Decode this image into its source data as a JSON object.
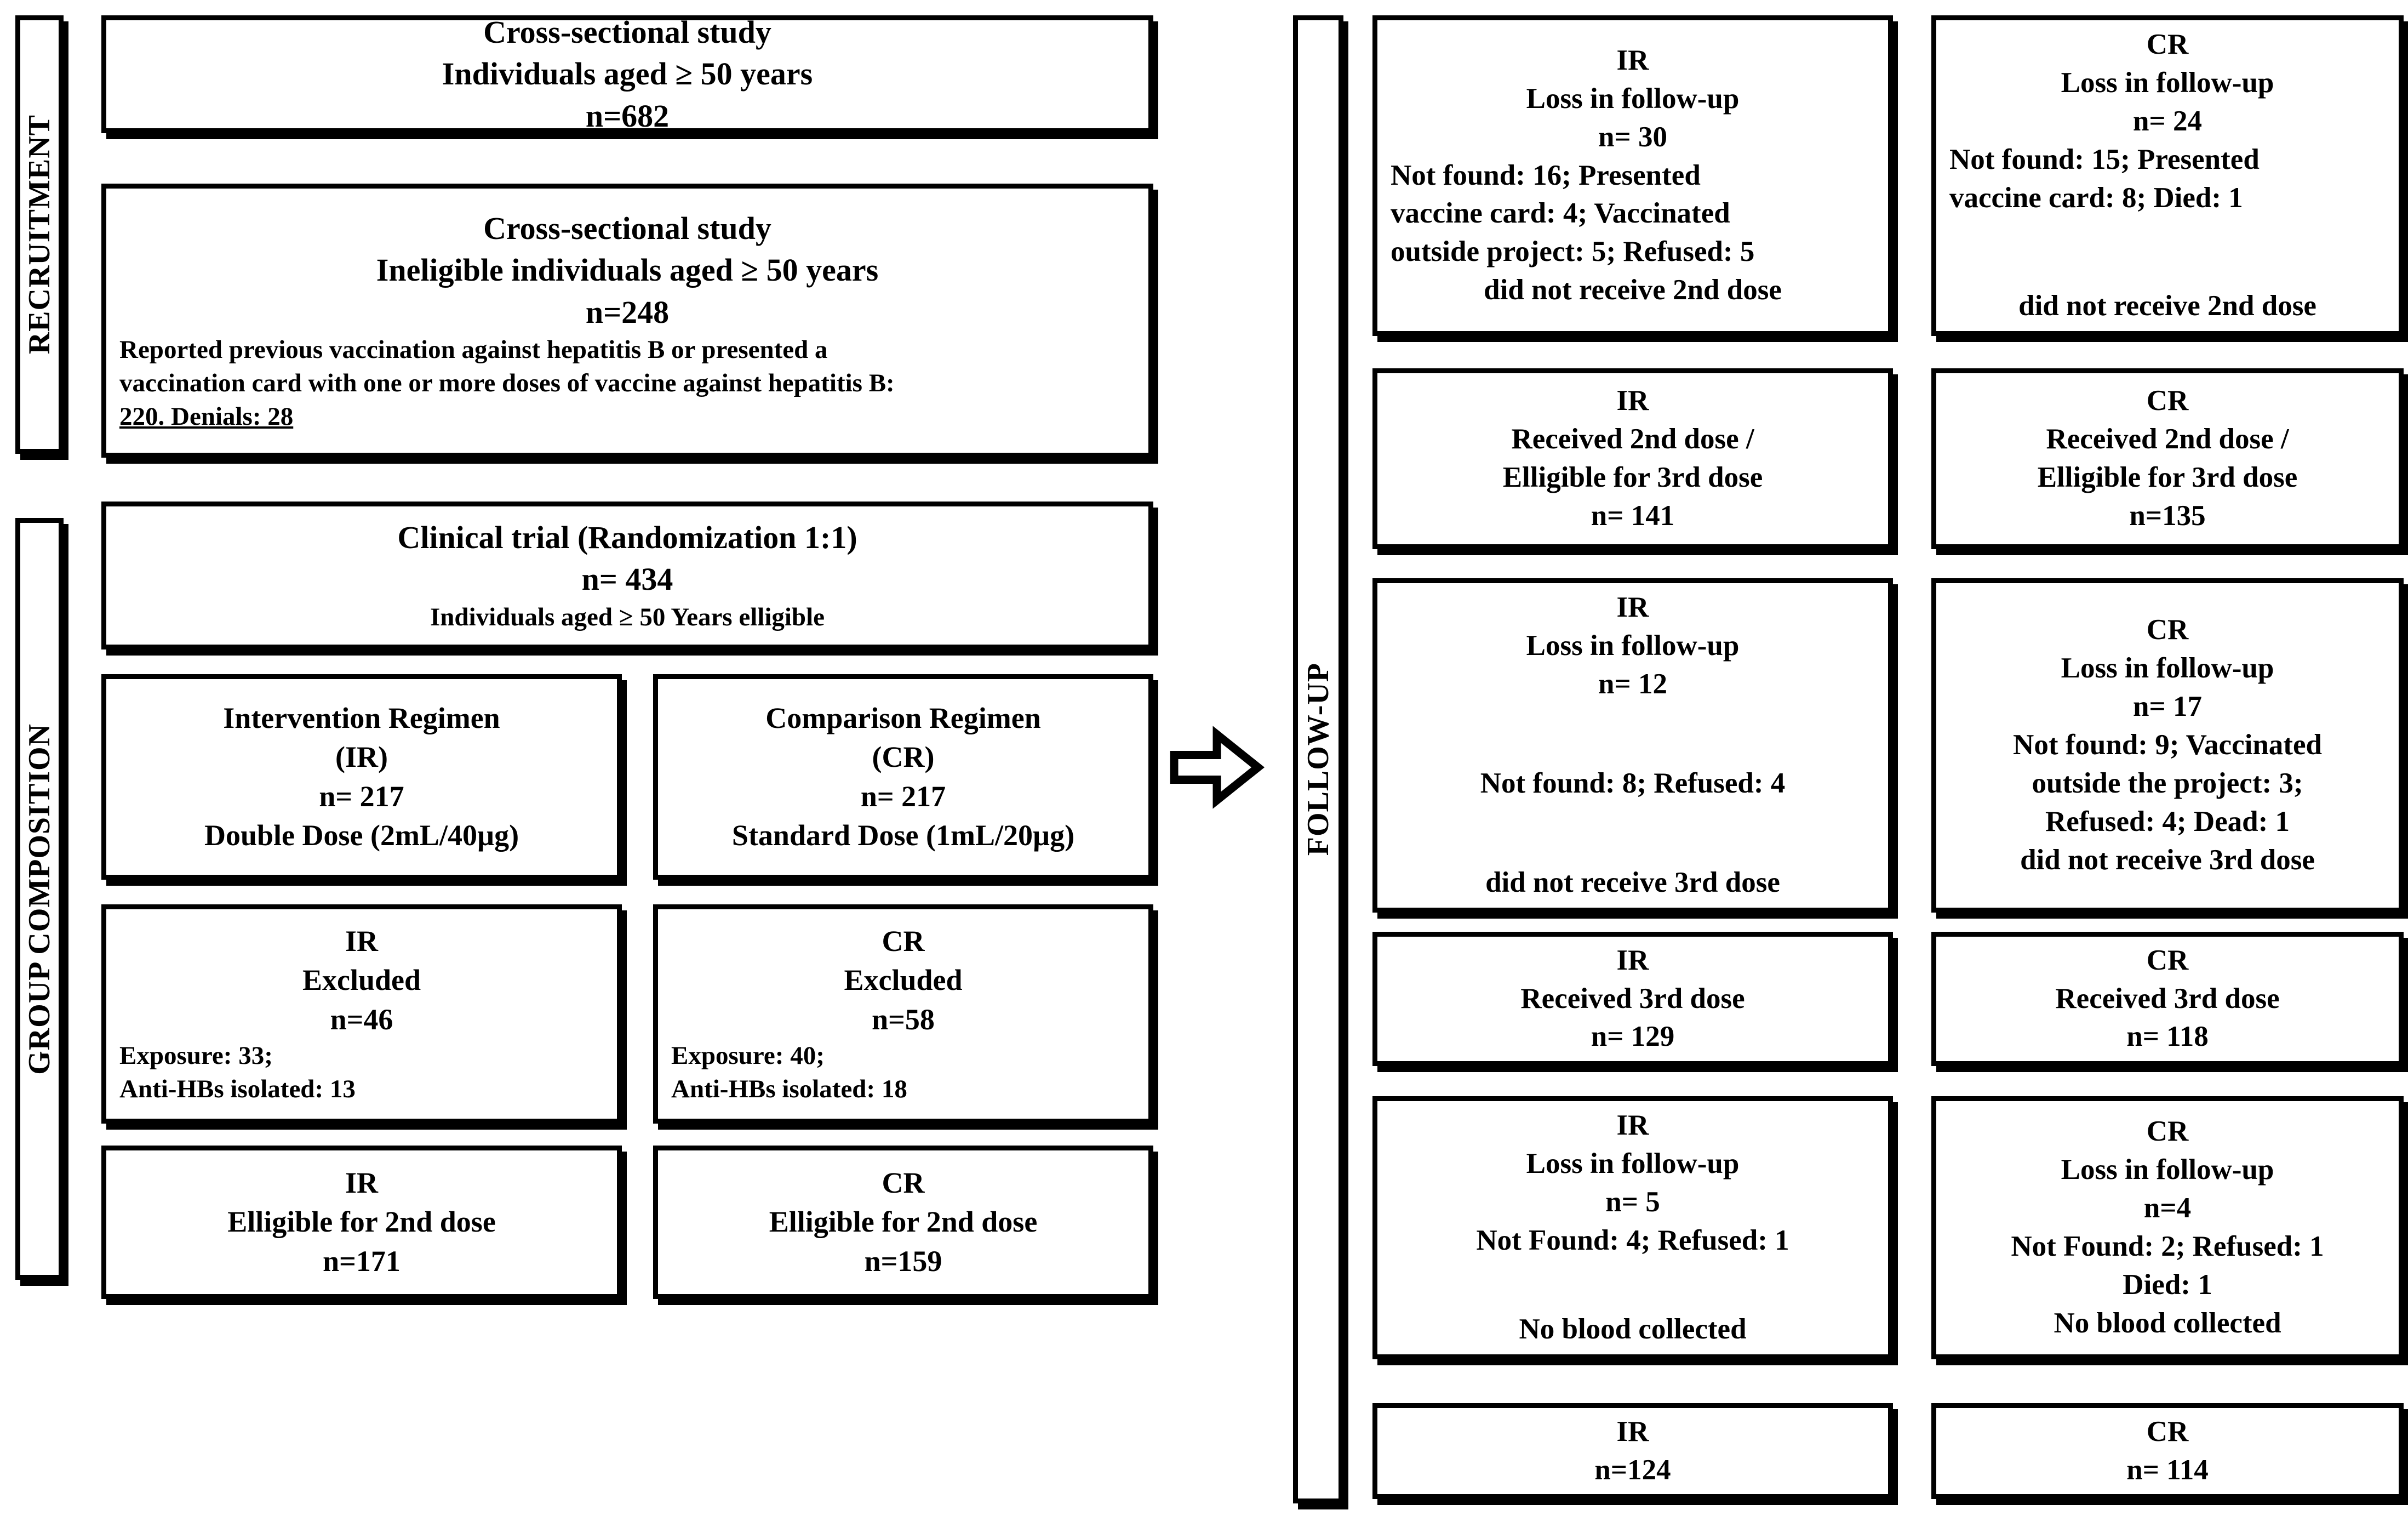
{
  "side_labels": {
    "recruitment": "RECRUITMENT",
    "group_composition": "GROUP COMPOSITION",
    "follow_up": "FOLLOW-UP"
  },
  "left": {
    "cross_sectional": {
      "l1": "Cross-sectional study",
      "l2": "Individuals aged ≥ 50 years",
      "l3": "n=682"
    },
    "ineligible": {
      "l1": "Cross-sectional study",
      "l2": "Ineligible individuals aged ≥ 50 years",
      "l3": "n=248",
      "d1": "Reported previous vaccination against hepatitis B or presented a",
      "d2": "vaccination card with one or more doses of vaccine against hepatitis B:",
      "d3": "220. Denials: 28"
    },
    "clinical_trial": {
      "l1": "Clinical trial (Randomization 1:1)",
      "l2": "n= 434",
      "l3": "Individuals aged ≥ 50 Years elligible"
    },
    "ir_regimen": {
      "l1": "Intervention Regimen",
      "l2": "(IR)",
      "l3": "n= 217",
      "l4": "Double Dose (2mL/40µg)"
    },
    "cr_regimen": {
      "l1": "Comparison Regimen",
      "l2": "(CR)",
      "l3": "n= 217",
      "l4": "Standard Dose (1mL/20µg)"
    },
    "ir_excluded": {
      "l1": "IR",
      "l2": "Excluded",
      "l3": "n=46",
      "d1": "Exposure: 33;",
      "d2": "Anti-HBs isolated: 13"
    },
    "cr_excluded": {
      "l1": "CR",
      "l2": "Excluded",
      "l3": "n=58",
      "d1": "Exposure: 40;",
      "d2": "Anti-HBs isolated: 18"
    },
    "ir_elligible2": {
      "l1": "IR",
      "l2": "Elligible for 2nd dose",
      "l3": "n=171"
    },
    "cr_elligible2": {
      "l1": "CR",
      "l2": "Elligible for 2nd dose",
      "l3": "n=159"
    }
  },
  "follow_up": {
    "ir_loss1": {
      "l1": "IR",
      "l2": "Loss in follow-up",
      "l3": "n= 30",
      "d1": "Not found: 16; Presented",
      "d2": "vaccine card: 4; Vaccinated",
      "d3": "outside project: 5;  Refused: 5",
      "l4": "did not receive 2nd dose"
    },
    "cr_loss1": {
      "l1": "CR",
      "l2": "Loss in follow-up",
      "l3": "n= 24",
      "d1": "Not found: 15; Presented",
      "d2": "vaccine card: 8; Died: 1",
      "l4": "did not receive 2nd dose"
    },
    "ir_dose2": {
      "l1": "IR",
      "l2": "Received 2nd dose /",
      "l3": "Elligible for 3rd dose",
      "l4": "n= 141"
    },
    "cr_dose2": {
      "l1": "CR",
      "l2": "Received 2nd dose /",
      "l3": "Elligible for 3rd dose",
      "l4": "n=135"
    },
    "ir_loss2": {
      "l1": "IR",
      "l2": "Loss in follow-up",
      "l3": "n= 12",
      "d1": "Not found: 8; Refused: 4",
      "l4": "did not receive 3rd dose"
    },
    "cr_loss2": {
      "l1": "CR",
      "l2": "Loss in follow-up",
      "l3": "n= 17",
      "d1": "Not found: 9; Vaccinated",
      "d2": "outside the project: 3;",
      "d3": "Refused: 4; Dead: 1",
      "l4": "did not receive 3rd dose"
    },
    "ir_dose3": {
      "l1": "IR",
      "l2": "Received 3rd dose",
      "l3": "n= 129"
    },
    "cr_dose3": {
      "l1": "CR",
      "l2": "Received 3rd dose",
      "l3": "n= 118"
    },
    "ir_loss3": {
      "l1": "IR",
      "l2": "Loss in follow-up",
      "l3": "n= 5",
      "d1": "Not Found: 4; Refused: 1",
      "l4": "No blood collected"
    },
    "cr_loss3": {
      "l1": "CR",
      "l2": "Loss in follow-up",
      "l3": "n=4",
      "d1": "Not Found: 2; Refused: 1",
      "d2": "Died: 1",
      "l4": "No blood collected"
    },
    "ir_final": {
      "l1": "IR",
      "l2": "n=124"
    },
    "cr_final": {
      "l1": "CR",
      "l2": "n= 114"
    }
  },
  "colors": {
    "border": "#000000",
    "background": "#ffffff",
    "text": "#000000"
  }
}
